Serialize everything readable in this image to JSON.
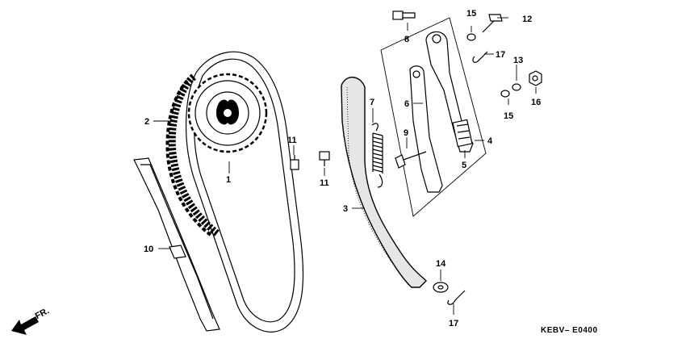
{
  "diagram_code": "KEBV– E0400",
  "front_label": "FR.",
  "callouts": [
    {
      "id": "c1",
      "text": "1"
    },
    {
      "id": "c2",
      "text": "2"
    },
    {
      "id": "c3",
      "text": "3"
    },
    {
      "id": "c4",
      "text": "4"
    },
    {
      "id": "c5",
      "text": "5"
    },
    {
      "id": "c6",
      "text": "6"
    },
    {
      "id": "c7",
      "text": "7"
    },
    {
      "id": "c8",
      "text": "8"
    },
    {
      "id": "c9",
      "text": "9"
    },
    {
      "id": "c10",
      "text": "10"
    },
    {
      "id": "c11a",
      "text": "11"
    },
    {
      "id": "c11b",
      "text": "11"
    },
    {
      "id": "c12",
      "text": "12"
    },
    {
      "id": "c13",
      "text": "13"
    },
    {
      "id": "c14",
      "text": "14"
    },
    {
      "id": "c15a",
      "text": "15"
    },
    {
      "id": "c15b",
      "text": "15"
    },
    {
      "id": "c16",
      "text": "16"
    },
    {
      "id": "c17a",
      "text": "17"
    },
    {
      "id": "c17b",
      "text": "17"
    }
  ]
}
